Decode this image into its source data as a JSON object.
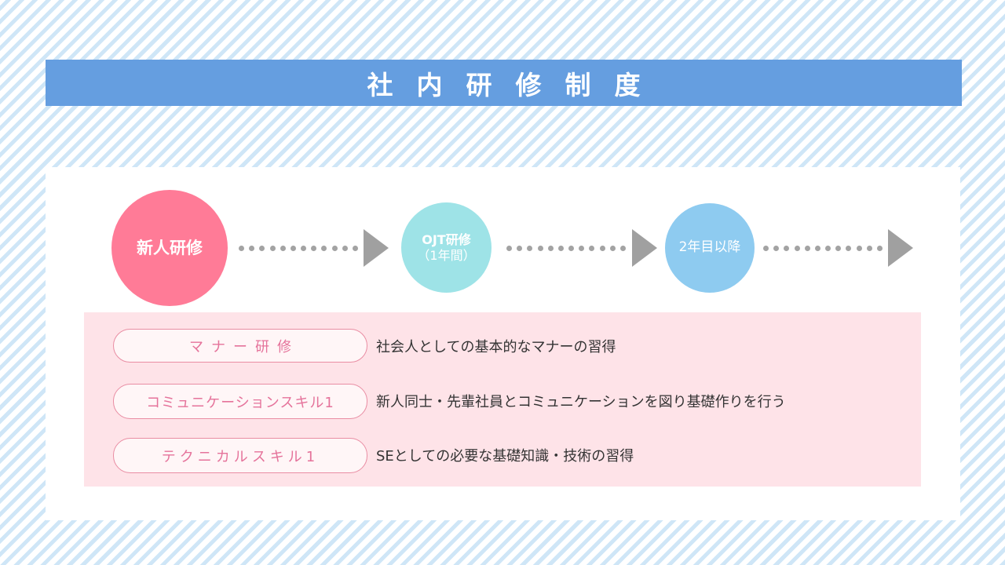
{
  "title": "社内研修制度",
  "flow": {
    "step1": "新人研修",
    "step2_line1": "OJT研修",
    "step2_line2": "（1年間）",
    "step3": "2年目以降"
  },
  "colors": {
    "title_bar": "#659ee0",
    "step1": "#ff7b97",
    "step2": "#9ee3e7",
    "step3": "#8ecbf0",
    "pink_box": "#fee3e8",
    "pill_text": "#e5739b"
  },
  "rows": [
    {
      "label": "マナー研修",
      "description": "社会人としての基本的なマナーの習得"
    },
    {
      "label": "コミュニケーションスキル1",
      "description": "新人同士・先輩社員とコミュニケーションを図り基礎作りを行う"
    },
    {
      "label": "テクニカルスキル1",
      "description": "SEとしての必要な基礎知識・技術の習得"
    }
  ]
}
